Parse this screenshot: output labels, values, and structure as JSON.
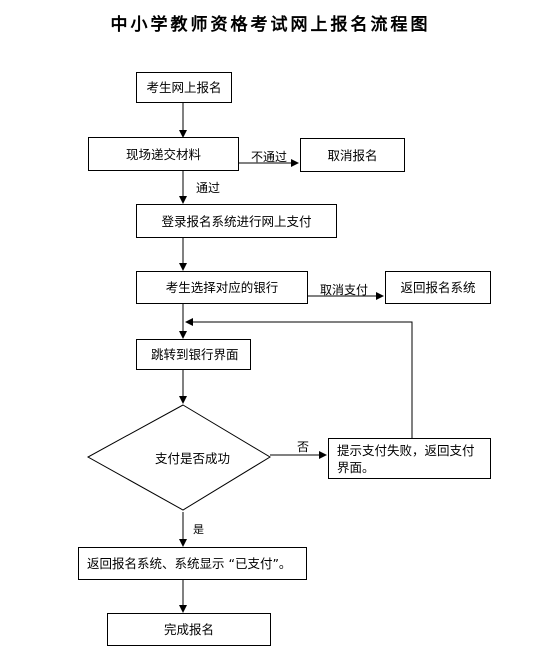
{
  "title": "中小学教师资格考试网上报名流程图",
  "nodes": {
    "register_online": "考生网上报名",
    "submit_materials": "现场递交材料",
    "cancel_registration": "取消报名",
    "login_pay": "登录报名系统进行网上支付",
    "choose_bank": "考生选择对应的银行",
    "return_system": "返回报名系统",
    "jump_bank": "跳转到银行界面",
    "payment_success": "支付是否成功",
    "payment_fail": "提示支付失败，返回支付界面。",
    "return_paid": "返回报名系统、系统显示 “已支付”。",
    "complete": "完成报名"
  },
  "edge_labels": {
    "not_pass": "不通过",
    "pass": "通过",
    "cancel_payment": "取消支付",
    "no": "否",
    "yes": "是"
  }
}
